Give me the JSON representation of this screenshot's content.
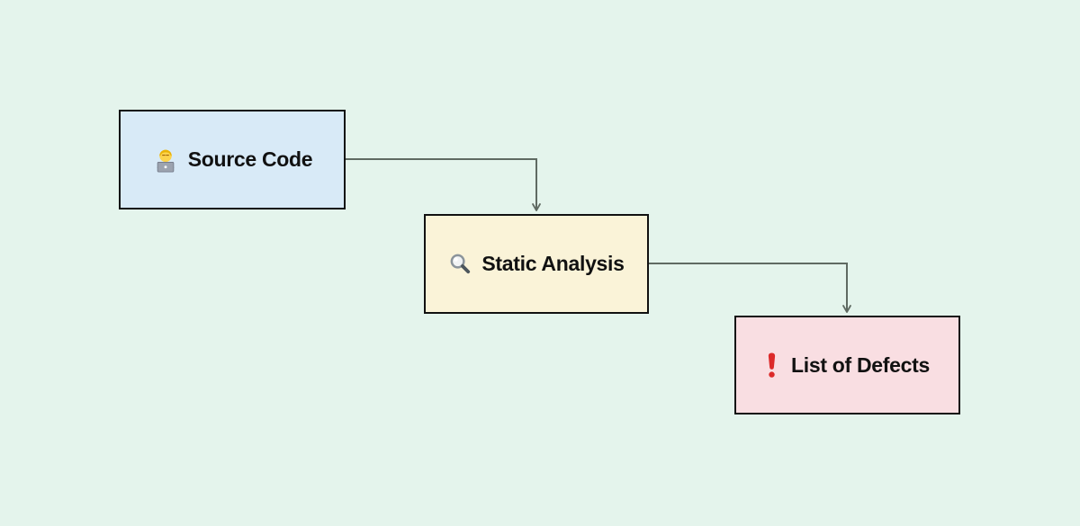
{
  "canvas": {
    "background_color": "#e4f4ec"
  },
  "diagram": {
    "type": "flowchart",
    "connector_color": "#5f6a62",
    "nodes": [
      {
        "id": "source-code",
        "label": "Source Code",
        "icon": "technologist-icon",
        "fill_color": "#d8eaf7",
        "border_color": "#111111",
        "text_color": "#111111"
      },
      {
        "id": "static-analysis",
        "label": "Static Analysis",
        "icon": "magnifying-glass-icon",
        "fill_color": "#faf3d8",
        "border_color": "#111111",
        "text_color": "#111111"
      },
      {
        "id": "list-of-defects",
        "label": "List of Defects",
        "icon": "exclamation-mark-icon",
        "fill_color": "#f9dee2",
        "border_color": "#111111",
        "text_color": "#111111",
        "icon_color": "#dc2a2a"
      }
    ],
    "connectors": [
      {
        "from": "source-code",
        "to": "static-analysis"
      },
      {
        "from": "static-analysis",
        "to": "list-of-defects"
      }
    ]
  }
}
